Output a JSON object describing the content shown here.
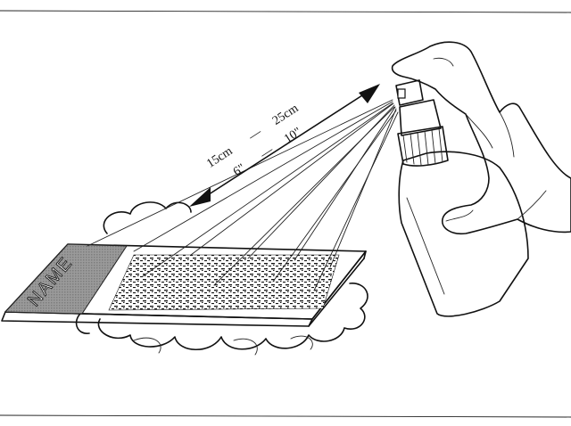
{
  "slide": {
    "label": "NAME"
  },
  "distance": {
    "min_metric": "15cm",
    "max_metric": "25cm",
    "min_imperial": "6\"",
    "max_imperial": "10\"",
    "separator": "—"
  },
  "icons": {
    "hand": "hand-icon",
    "spray_bottle": "spray-bottle-icon",
    "distance_arrow": "double-arrow-icon"
  }
}
